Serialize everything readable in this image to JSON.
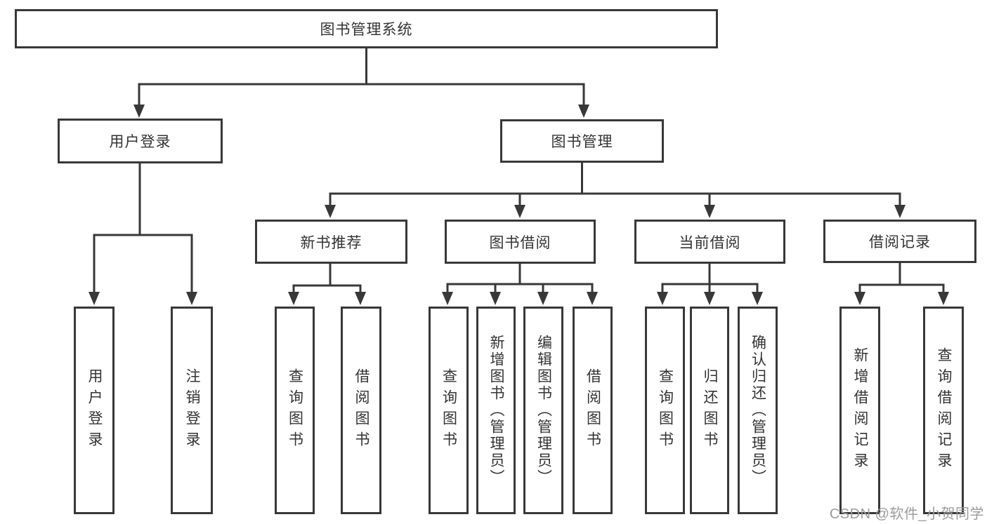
{
  "diagram": {
    "type": "hierarchy-diagram",
    "tree": {
      "label": "图书管理系统",
      "children": [
        {
          "label": "用户登录",
          "children": [
            {
              "label": "用户登录"
            },
            {
              "label": "注销登录"
            }
          ]
        },
        {
          "label": "图书管理",
          "children": [
            {
              "label": "新书推荐",
              "children": [
                {
                  "label": "查询图书"
                },
                {
                  "label": "借阅图书"
                }
              ]
            },
            {
              "label": "图书借阅",
              "children": [
                {
                  "label": "查询图书"
                },
                {
                  "label": "新增图书（管理员）"
                },
                {
                  "label": "编辑图书（管理员）"
                },
                {
                  "label": "借阅图书"
                }
              ]
            },
            {
              "label": "当前借阅",
              "children": [
                {
                  "label": "查询图书"
                },
                {
                  "label": "归还图书"
                },
                {
                  "label": "确认归还（管理员）"
                }
              ]
            },
            {
              "label": "借阅记录",
              "children": [
                {
                  "label": "新增借阅记录"
                },
                {
                  "label": "查询借阅记录"
                }
              ]
            }
          ]
        }
      ]
    },
    "colors": {
      "line": "#383838",
      "box_border": "#383838",
      "text": "#333333",
      "watermark": "#9c9c9c",
      "background": "#ffffff"
    }
  },
  "watermark": {
    "text": "CSDN @软件_小贺同学"
  }
}
